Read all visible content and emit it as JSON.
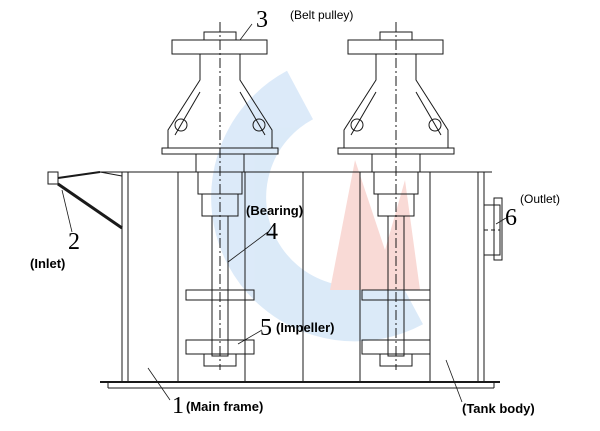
{
  "labels": {
    "belt_pulley": {
      "number": "3",
      "text": "(Belt pulley)"
    },
    "inlet": {
      "number": "2",
      "text": "(Inlet)"
    },
    "bearing": {
      "number": "4",
      "text": "(Bearing)"
    },
    "impeller": {
      "number": "5",
      "text": "(Impeller)"
    },
    "outlet": {
      "number": "6",
      "text": "(Outlet)"
    },
    "main_frame": {
      "number": "1",
      "text": "(Main frame)"
    },
    "tank_body": {
      "text": "(Tank body)"
    }
  },
  "colors": {
    "line": "#1a1a1a",
    "watermark_blue": "#cfe3f7",
    "watermark_red": "#f7cfc9"
  }
}
